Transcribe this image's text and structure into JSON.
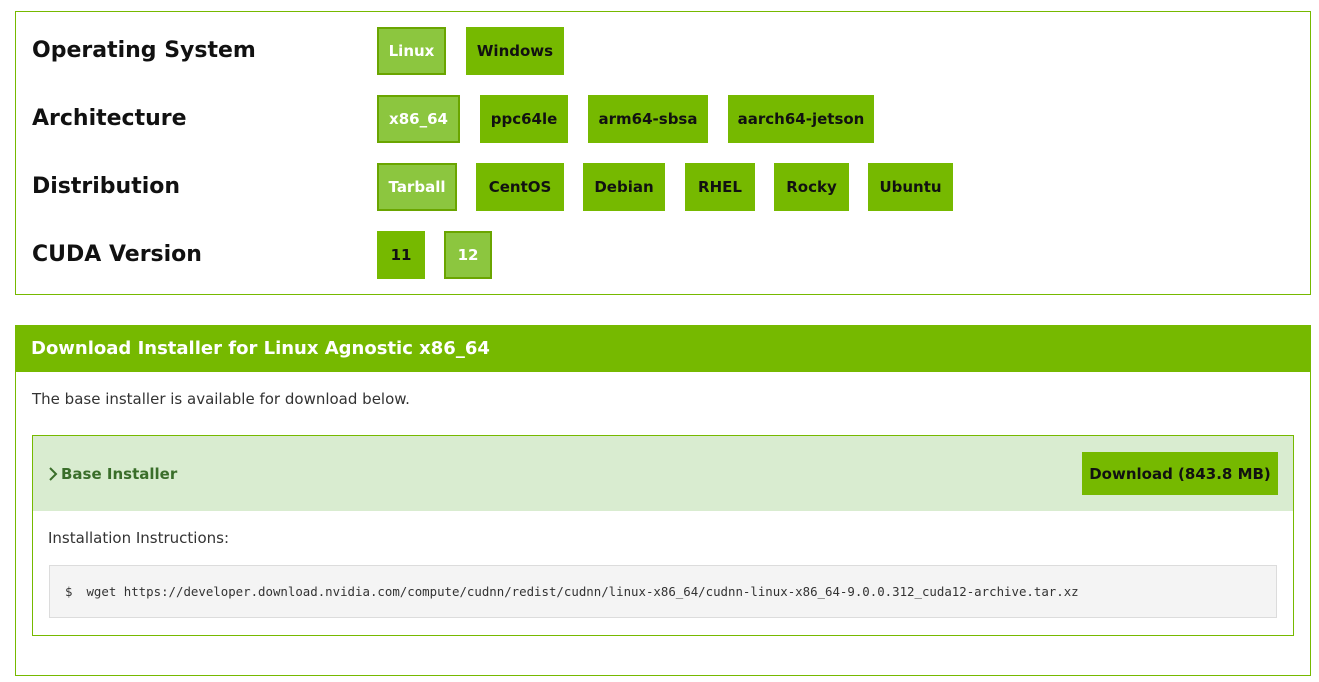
{
  "selector": {
    "os": {
      "label": "Operating System",
      "options": [
        "Linux",
        "Windows"
      ]
    },
    "arch": {
      "label": "Architecture",
      "options": [
        "x86_64",
        "ppc64le",
        "arm64-sbsa",
        "aarch64-jetson"
      ]
    },
    "dist": {
      "label": "Distribution",
      "options": [
        "Tarball",
        "CentOS",
        "Debian",
        "RHEL",
        "Rocky",
        "Ubuntu"
      ]
    },
    "cuda": {
      "label": "CUDA Version",
      "options": [
        "11",
        "12"
      ]
    }
  },
  "download": {
    "title": "Download Installer for Linux Agnostic x86_64",
    "description": "The base installer is available for download below.",
    "installer": {
      "title": "Base Installer",
      "button": "Download (843.8 MB)",
      "instructions_label": "Installation Instructions:",
      "prompt": "$",
      "command": "wget https://developer.download.nvidia.com/compute/cudnn/redist/cudnn/linux-x86_64/cudnn-linux-x86_64-9.0.0.312_cuda12-archive.tar.xz"
    }
  },
  "colors": {
    "accent": "#76b900",
    "selected": "#8cc63f",
    "installer_bg": "#d9ecd0"
  },
  "icons": {
    "expand": "chevron-right-icon"
  }
}
